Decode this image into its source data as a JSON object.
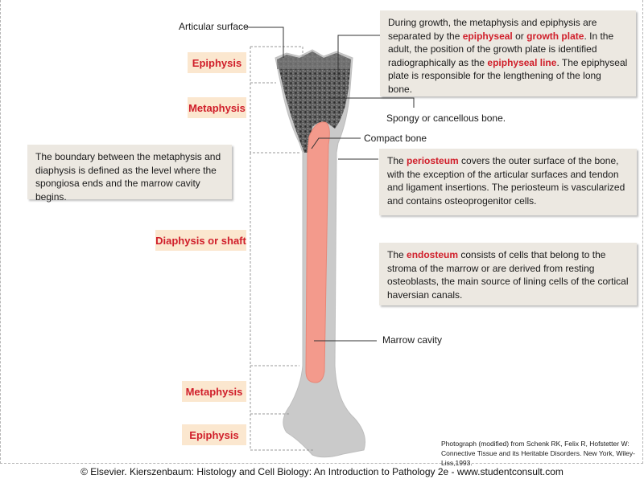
{
  "labels": {
    "articular_surface": "Articular surface",
    "spongy_bone": "Spongy or cancellous bone.",
    "compact_bone": "Compact bone",
    "marrow_cavity": "Marrow cavity"
  },
  "regions": {
    "epiphysis_top": "Epiphysis",
    "metaphysis_top": "Metaphysis",
    "diaphysis": "Diaphysis or shaft",
    "metaphysis_bottom": "Metaphysis",
    "epiphysis_bottom": "Epiphysis"
  },
  "notes": {
    "growth_plate": {
      "t1": "During growth, the metaphysis and epiphysis are separated by the ",
      "h1": "epiphyseal",
      "t2": " or ",
      "h2": "growth plate",
      "t3": ". In the adult, the position of the growth plate is identified radiographically as the ",
      "h3": "epiphyseal line",
      "t4": ". The epiphyseal plate is responsible for the lengthening of the long bone."
    },
    "boundary": {
      "text": "The boundary between the metaphysis and diaphysis is defined as the level where the spongiosa ends and the marrow cavity begins."
    },
    "periosteum": {
      "t1": "The ",
      "h1": "periosteum",
      "t2": " covers  the outer surface of the bone, with the exception of the articular surfaces and tendon and ligament insertions. The periosteum is vascularized and contains osteoprogenitor cells."
    },
    "endosteum": {
      "t1": "The ",
      "h1": "endosteum",
      "t2": " consists of cells that belong to the stroma of the marrow or are derived from resting osteoblasts, the main source of lining cells of the cortical haversian canals."
    }
  },
  "credit": "Photograph (modified)  from Schenk RK, Felix R, Hofstetter W: Connective Tissue and its Heritable Disorders. New York, Wiley-Liss,1993.",
  "footer": "© Elsevier. Kierszenbaum: Histology and Cell Biology: An Introduction to Pathology 2e - www.studentconsult.com",
  "colors": {
    "accent_red": "#d01e2a",
    "tag_fill": "#fbe7cf",
    "note_fill": "#ece8e1",
    "marrow": "#f39a8c",
    "compact_bone": "#c9c9c9",
    "spongy_bone": "#4a4a4a"
  }
}
